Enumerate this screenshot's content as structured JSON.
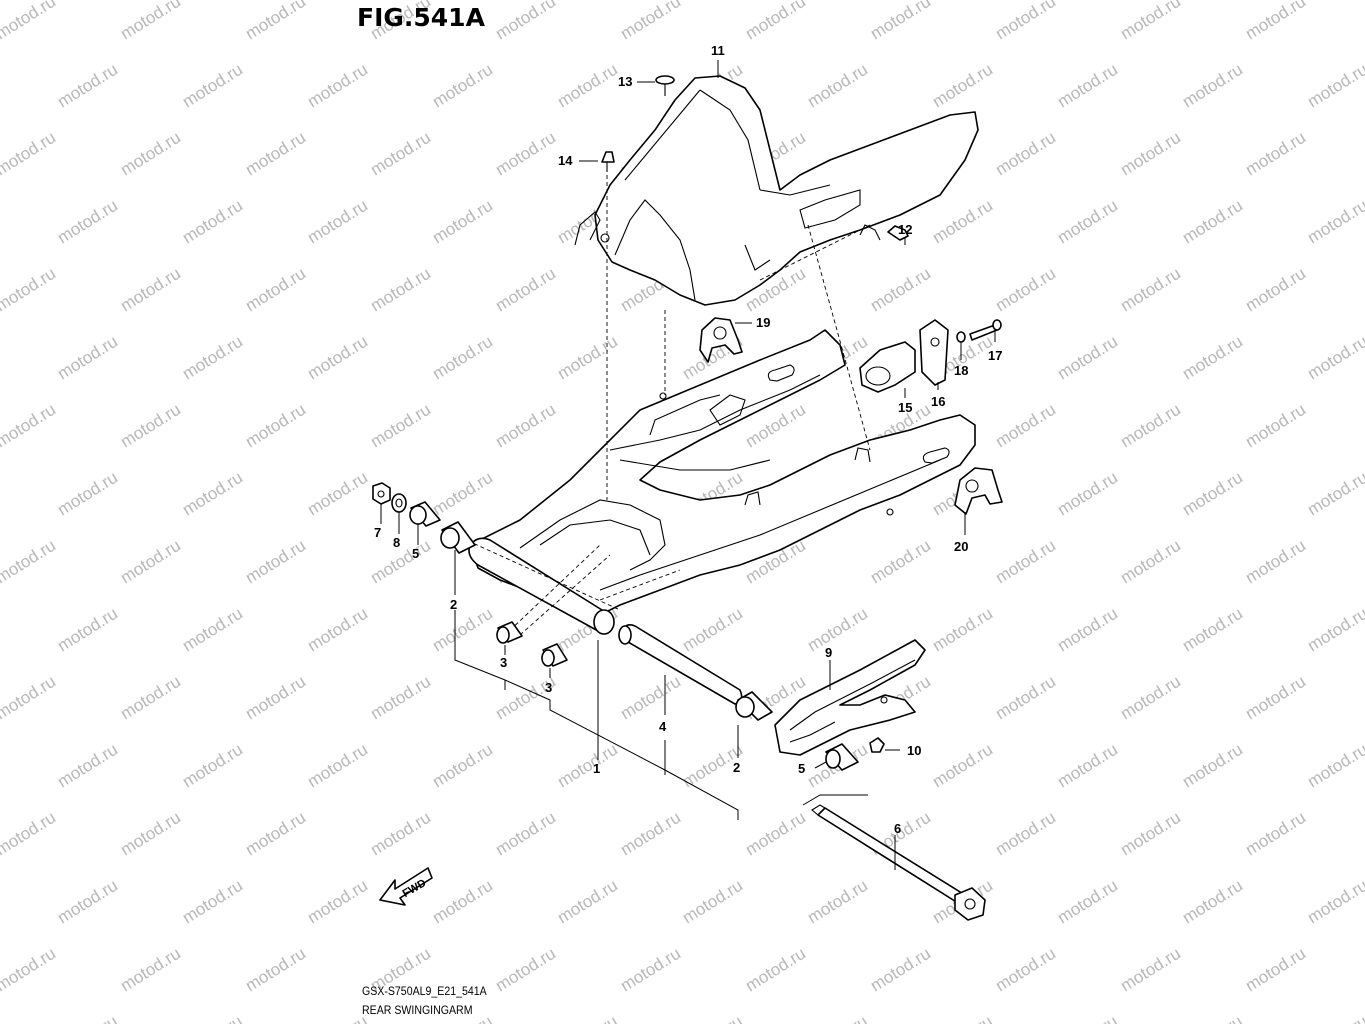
{
  "figure": {
    "title": "FIG.541A",
    "model_code": "GSX-S750AL9_E21_541A",
    "caption": "REAR SWINGINGARM",
    "fwd_label": "FWD",
    "watermark_text": "motod.ru"
  },
  "callouts": {
    "c1": "1",
    "c2a": "2",
    "c2b": "2",
    "c3a": "3",
    "c3b": "3",
    "c4": "4",
    "c5a": "5",
    "c5b": "5",
    "c6": "6",
    "c7": "7",
    "c8": "8",
    "c9": "9",
    "c10": "10",
    "c11": "11",
    "c12": "12",
    "c13": "13",
    "c14": "14",
    "c15": "15",
    "c16": "16",
    "c17": "17",
    "c18": "18",
    "c19": "19",
    "c20": "20"
  },
  "colors": {
    "line": "#000000",
    "watermark": "#b8b8b8",
    "background": "#ffffff"
  }
}
